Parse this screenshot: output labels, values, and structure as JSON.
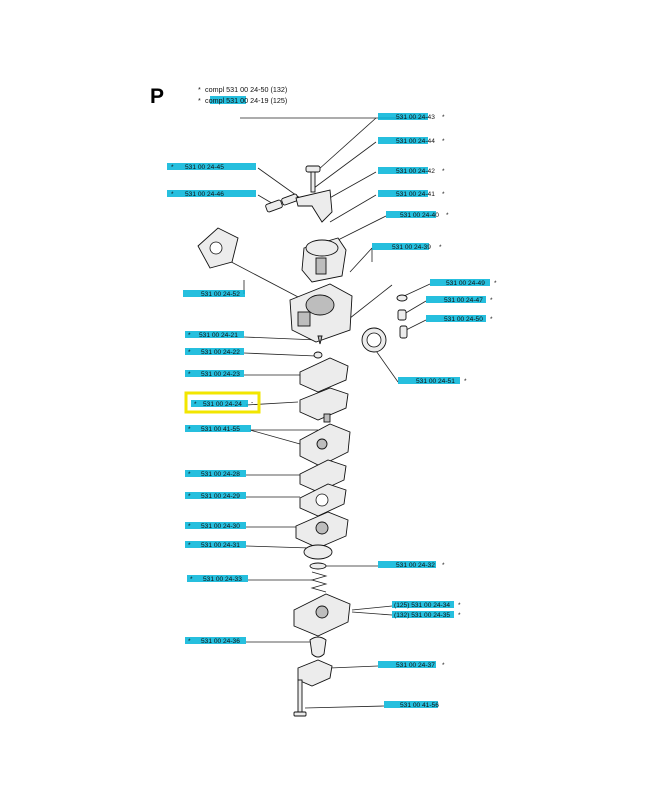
{
  "page_letter": "P",
  "header_notes": [
    {
      "star": "*",
      "text": "compl 531 00 24-50 (132)"
    },
    {
      "star": "*",
      "text": "compl 531 00 24-19 (125)"
    }
  ],
  "colors": {
    "highlight": "#00b4d8",
    "selection_box": "#f2e600",
    "line": "#222222"
  },
  "left_labels": [
    {
      "star": "*",
      "text": "531 00 24-45"
    },
    {
      "star": "*",
      "text": "531 00 24-46"
    },
    {
      "star": "",
      "text": "531 00 24-52"
    },
    {
      "star": "*",
      "text": "531 00 24-21"
    },
    {
      "star": "*",
      "text": "531 00 24-22"
    },
    {
      "star": "*",
      "text": "531 00 24-23"
    },
    {
      "star": "*",
      "text": "531 00 24-24"
    },
    {
      "star": "*",
      "text": "531 00 41-55"
    },
    {
      "star": "*",
      "text": "531 00 24-28"
    },
    {
      "star": "*",
      "text": "531 00 24-29"
    },
    {
      "star": "*",
      "text": "531 00 24-30"
    },
    {
      "star": "*",
      "text": "531 00 24-31"
    },
    {
      "star": "*",
      "text": "531 00 24-33"
    },
    {
      "star": "*",
      "text": "531 00 24-36"
    }
  ],
  "right_labels": [
    {
      "text": "531 00 24-43",
      "star": "*"
    },
    {
      "text": "531 00 24-44",
      "star": "*"
    },
    {
      "text": "531 00 24-42",
      "star": "*"
    },
    {
      "text": "531 00 24-41",
      "star": "*"
    },
    {
      "text": "531 00 24-40",
      "star": "*"
    },
    {
      "text": "531 00 24-39",
      "star": "*"
    },
    {
      "text": "531 00 24-49",
      "star": "*"
    },
    {
      "text": "531 00 24-47",
      "star": "*"
    },
    {
      "text": "531 00 24-50",
      "star": "*"
    },
    {
      "text": "531 00 24-51",
      "star": "*"
    },
    {
      "text": "531 00 24-32",
      "star": "*"
    },
    {
      "text": "(125) 531 00 24-34",
      "star": "*"
    },
    {
      "text": "(132) 531 00 24-35",
      "star": "*"
    },
    {
      "text": "531 00 24-37",
      "star": "*"
    },
    {
      "text": "531 00 41-56",
      "star": ""
    }
  ],
  "selected_label": "531 00 24-24"
}
